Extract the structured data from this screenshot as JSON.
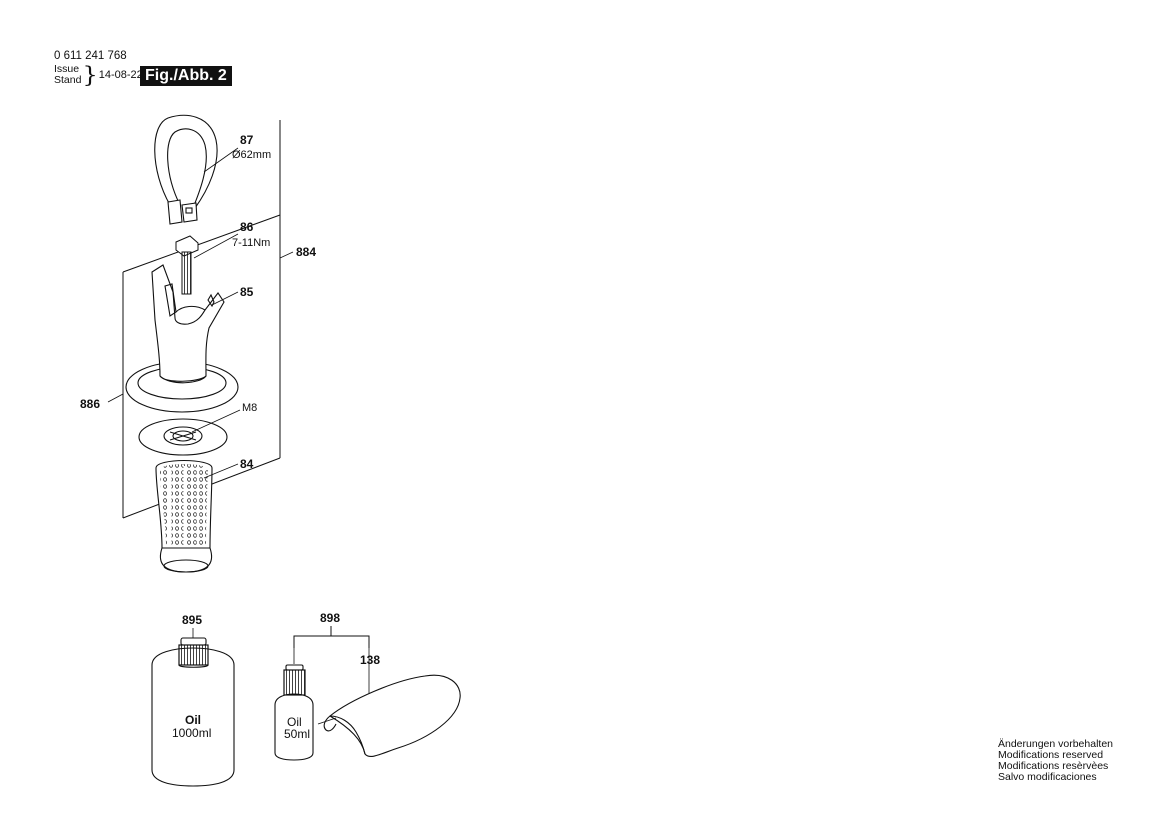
{
  "header": {
    "part_number": "0 611 241 768",
    "issue_label": "Issue",
    "stand_label": "Stand",
    "date": "14-08-22",
    "figure_label": "Fig./Abb. 2"
  },
  "callouts": {
    "p87": "87",
    "p87_spec": "Ø62mm",
    "p86": "86",
    "p86_spec": "7-11Nm",
    "p884": "884",
    "p85": "85",
    "p886": "886",
    "m8": "M8",
    "p84": "84",
    "p895": "895",
    "p898": "898",
    "p138": "138"
  },
  "bottles": {
    "large_text_1": "Oil",
    "large_text_2": "1000ml",
    "small_text_1": "Oil",
    "small_text_2": "50ml"
  },
  "footer": {
    "lines": [
      "Änderungen vorbehalten",
      "Modifications reserved",
      "Modifications resèrvèes",
      "Salvo modificaciones"
    ]
  }
}
